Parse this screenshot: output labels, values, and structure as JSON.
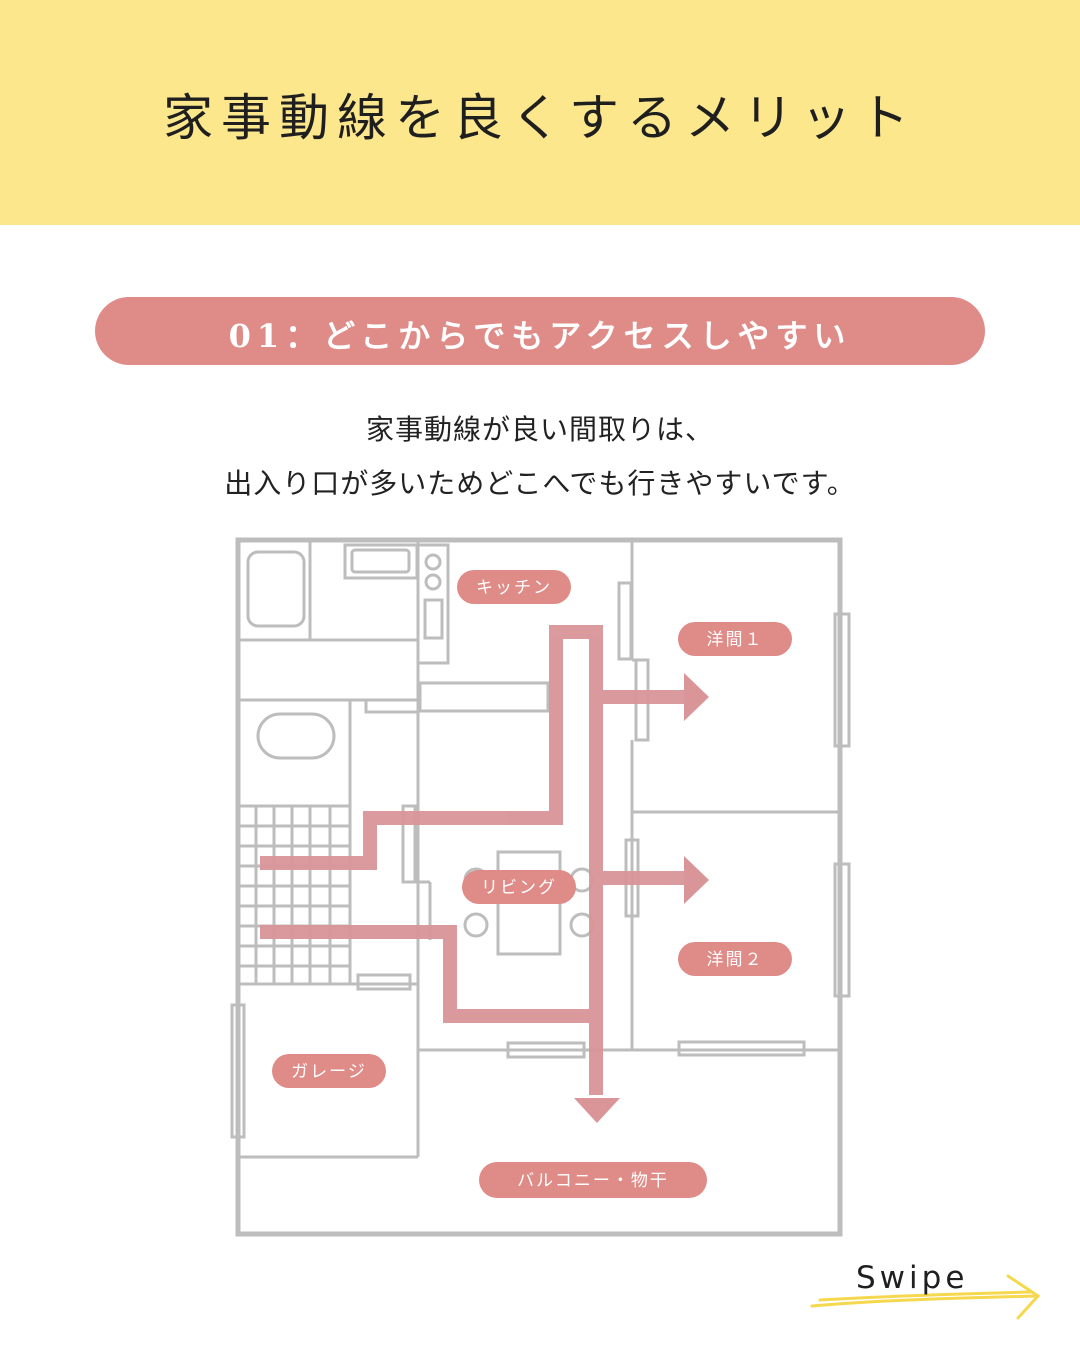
{
  "header": {
    "title": "家事動線を良くするメリット"
  },
  "section": {
    "label": "01：どこからでもアクセスしやすい"
  },
  "description": {
    "line1": "家事動線が良い間取りは、",
    "line2": "出入り口が多いためどこへでも行きやすいです。"
  },
  "floor_plan": {
    "rooms": {
      "kitchen": "キッチン",
      "western1": "洋間１",
      "living": "リビング",
      "western2": "洋間２",
      "garage": "ガレージ",
      "balcony": "バルコニー・物干"
    },
    "colors": {
      "wall": "#bdbdbd",
      "path": "#d99598",
      "label_bg": "#df8b87",
      "header_bg": "#fde78d"
    }
  },
  "footer": {
    "swipe_label": "Swipe"
  }
}
